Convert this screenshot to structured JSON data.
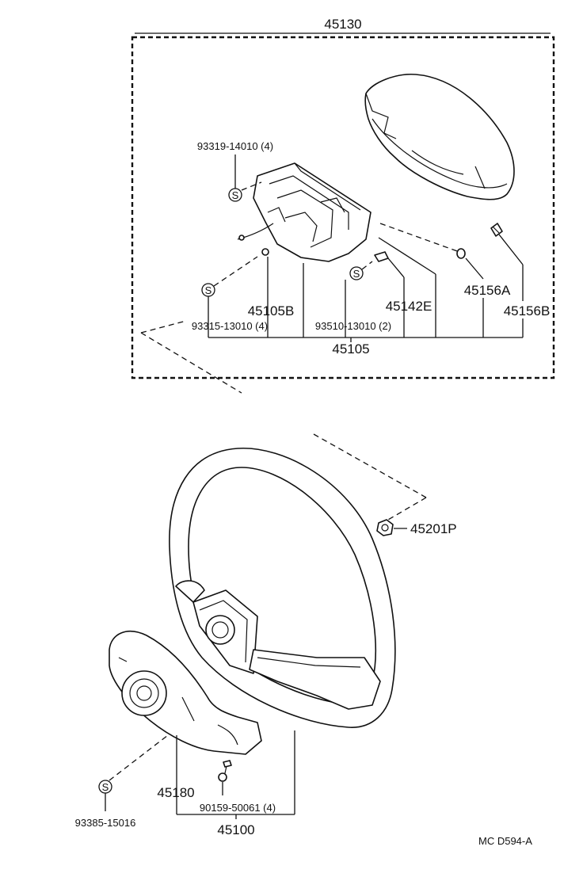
{
  "labels": {
    "assy_pad": "45130",
    "screw_pad": "93319-14010 (4)",
    "part_45105B": "45105B",
    "screw_93315": "93315-13010 (4)",
    "screw_93510": "93510-13010 (2)",
    "part_45142E": "45142E",
    "part_45156A": "45156A",
    "part_45156B": "45156B",
    "group_45105": "45105",
    "nut_45201P": "45201P",
    "part_45180": "45180",
    "bolt_90159": "90159-50061 (4)",
    "screw_93385": "93385-15016",
    "assy_wheel": "45100",
    "drawing_code": "MC  D594-A"
  },
  "symbols": {
    "screw_marker": "S"
  }
}
